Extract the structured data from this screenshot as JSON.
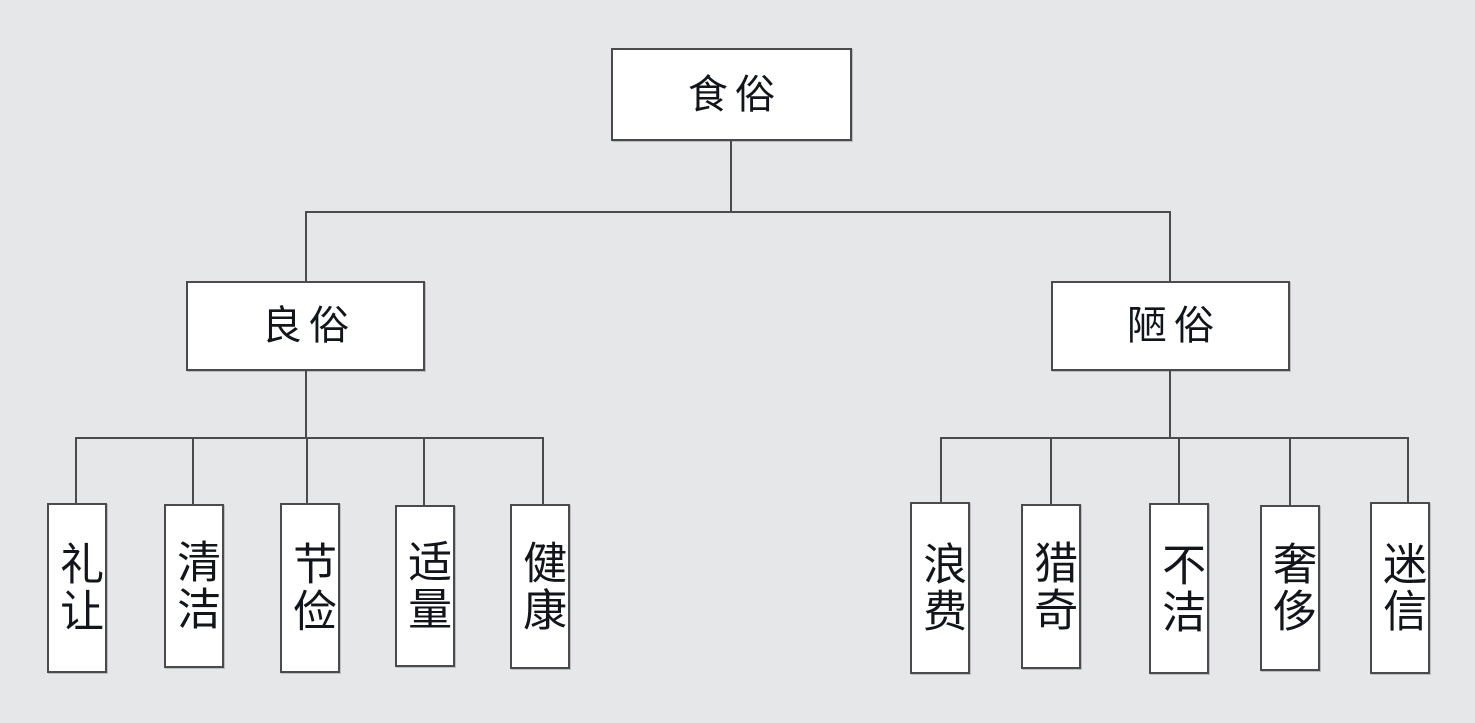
{
  "diagram": {
    "title": "食俗",
    "type": "hierarchy-tree",
    "background_color": "#e6e7e8",
    "box_fill_color": "#ffffff",
    "line_color": "#4a4a4f",
    "text_color": "#12161c",
    "root": {
      "label": "食俗"
    },
    "branches": [
      {
        "label": "良俗",
        "children": [
          {
            "label": "礼让"
          },
          {
            "label": "清洁"
          },
          {
            "label": "节俭"
          },
          {
            "label": "适量"
          },
          {
            "label": "健康"
          }
        ]
      },
      {
        "label": "陋俗",
        "children": [
          {
            "label": "浪费"
          },
          {
            "label": "猎奇"
          },
          {
            "label": "不洁"
          },
          {
            "label": "奢侈"
          },
          {
            "label": "迷信"
          }
        ]
      }
    ]
  }
}
